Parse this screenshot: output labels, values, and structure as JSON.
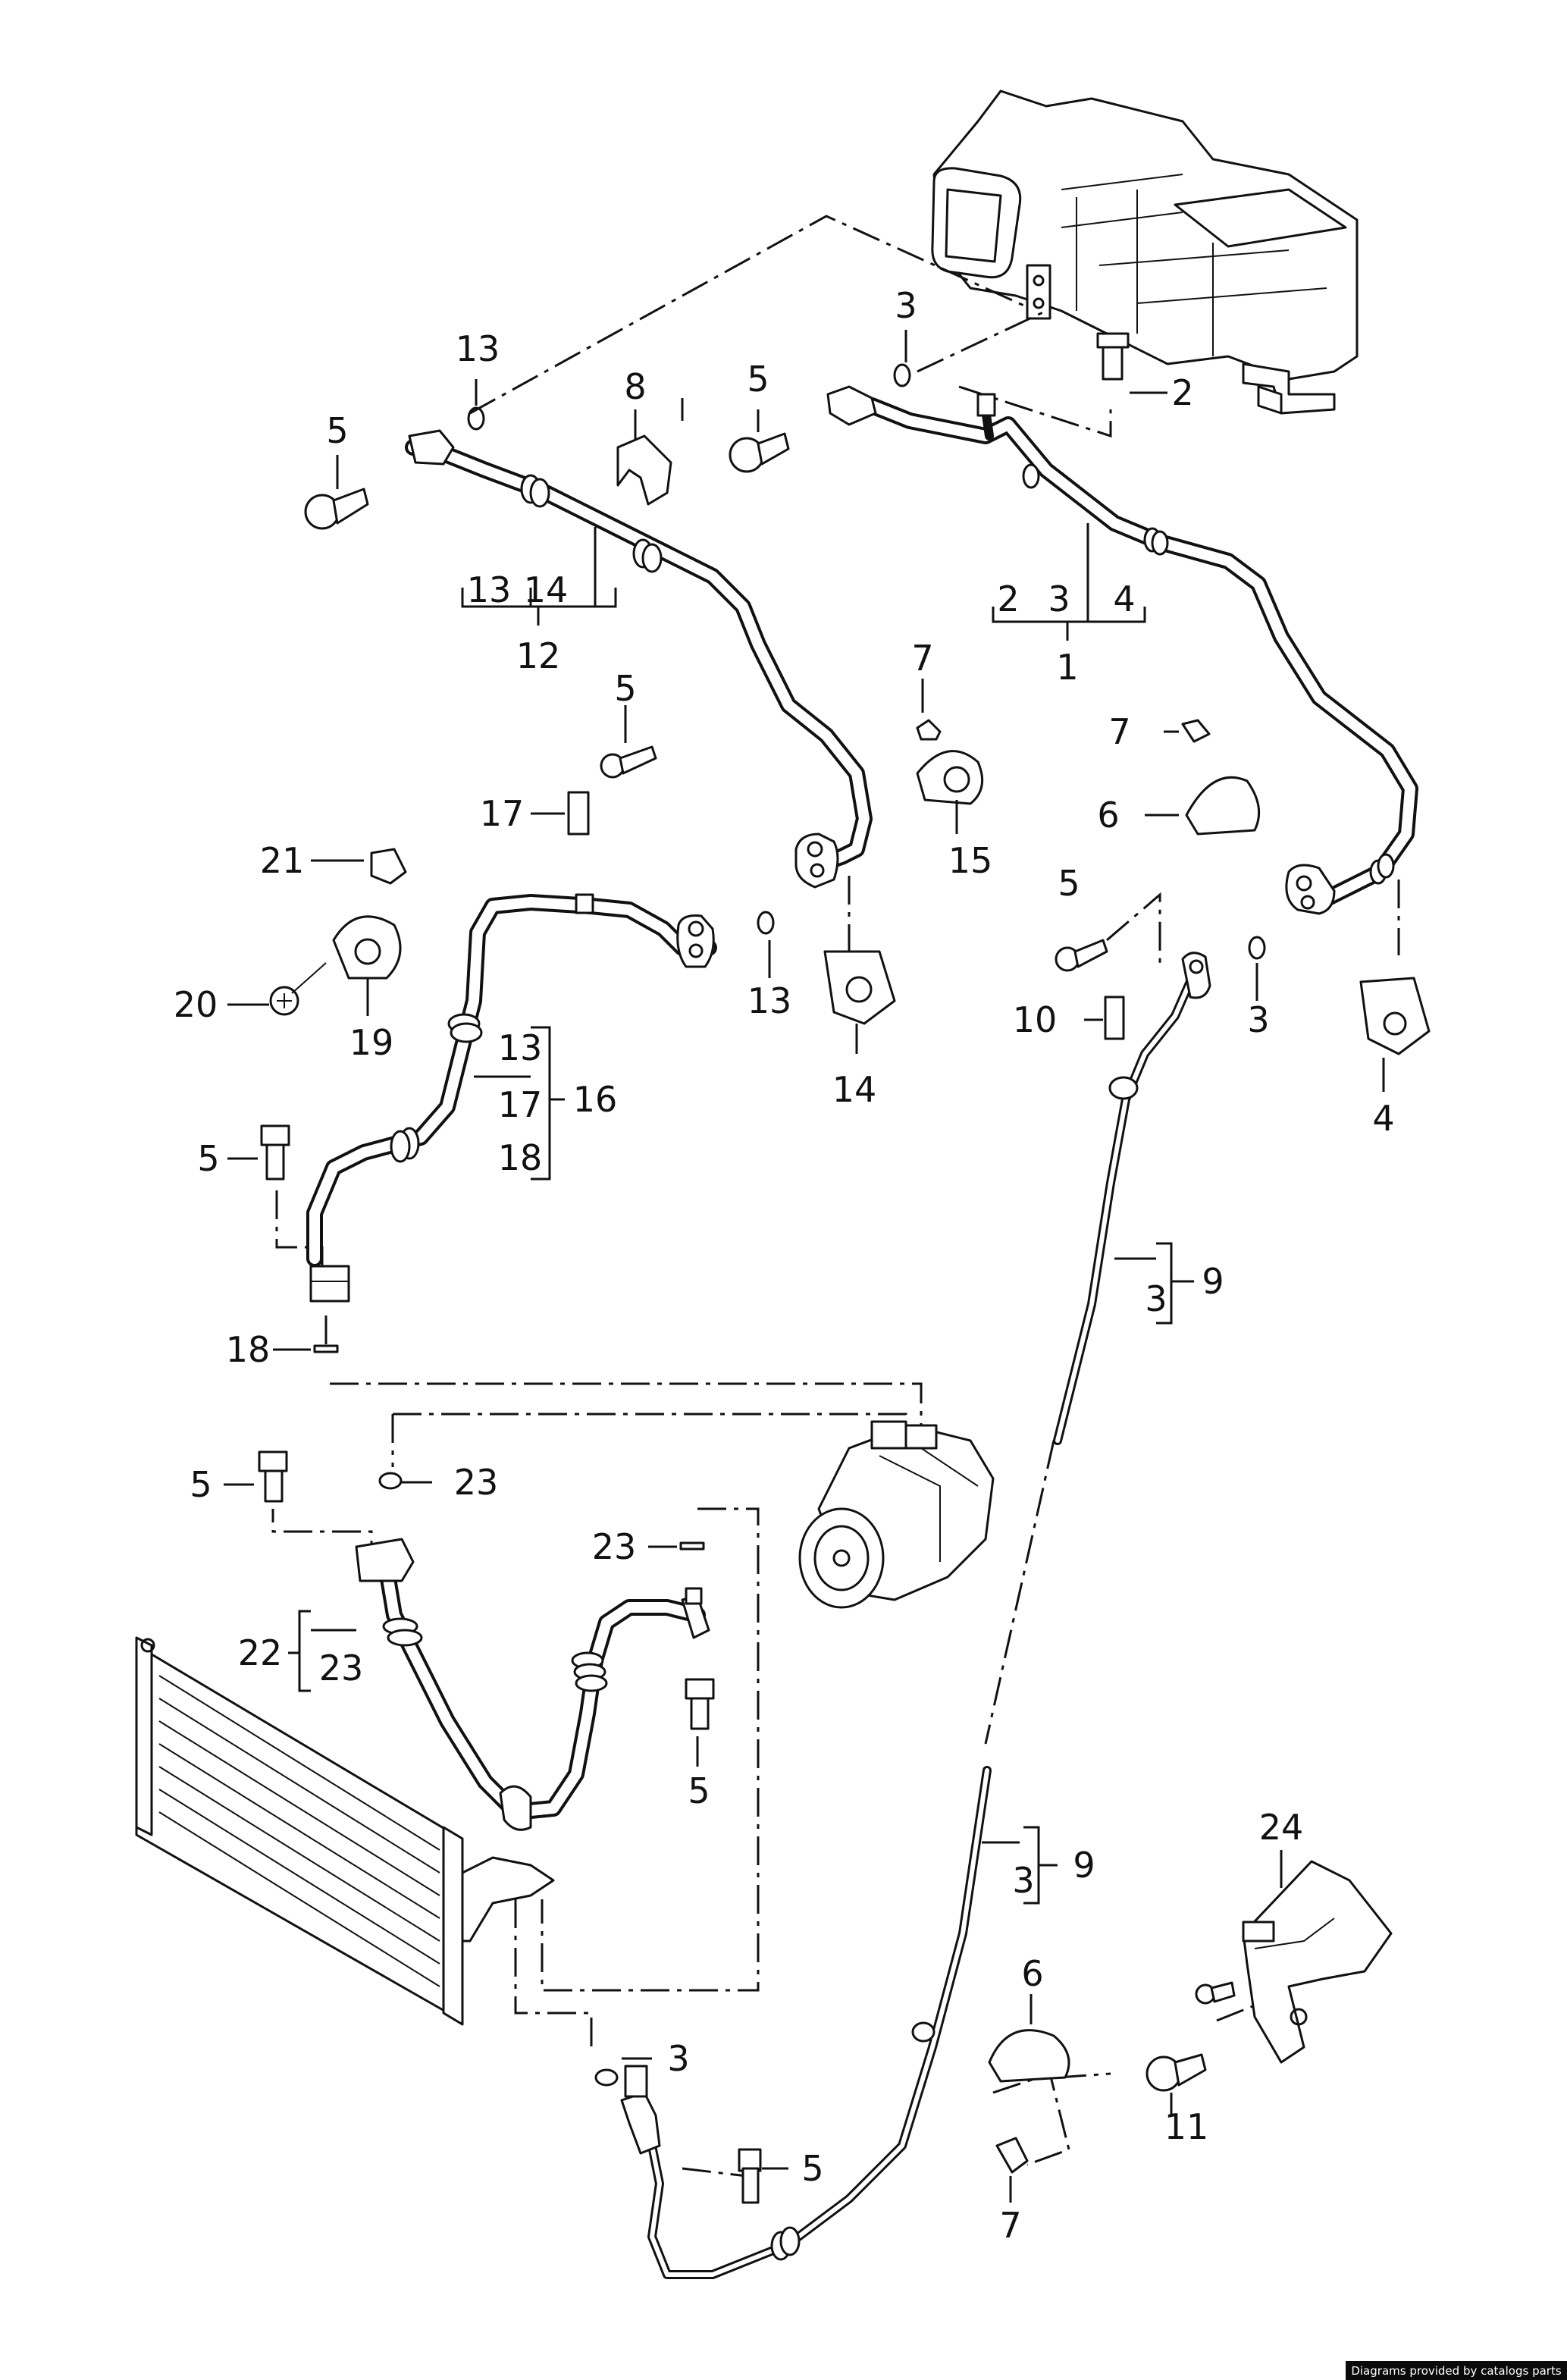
{
  "labels": {
    "l1": "1",
    "l2": "2",
    "l3a": "3",
    "l4": "4",
    "b1_2": "2",
    "b1_3": "3",
    "b1_4": "4",
    "l5a": "5",
    "l5b": "5",
    "l5c": "5",
    "l5d": "5",
    "l5e": "5",
    "l5f": "5",
    "l5g": "5",
    "l5h": "5",
    "l6a": "6",
    "l6b": "6",
    "l7a": "7",
    "l7b": "7",
    "l7c": "7",
    "l8": "8",
    "l9a": "9",
    "l9b": "9",
    "b9a_3": "3",
    "b9b_3": "3",
    "l10": "10",
    "l11": "11",
    "l12": "12",
    "b12_13": "13",
    "b12_14": "14",
    "l13a": "13",
    "l13b": "13",
    "l14": "14",
    "l15": "15",
    "l16": "16",
    "b16_13": "13",
    "b16_17": "17",
    "b16_18": "18",
    "l17": "17",
    "l18": "18",
    "l19": "19",
    "l20": "20",
    "l21": "21",
    "l22": "22",
    "b22_23": "23",
    "l23a": "23",
    "l23b": "23",
    "l24": "24",
    "l3b": "3",
    "l3c": "3"
  },
  "credit": "Diagrams provided by catalogs parts"
}
